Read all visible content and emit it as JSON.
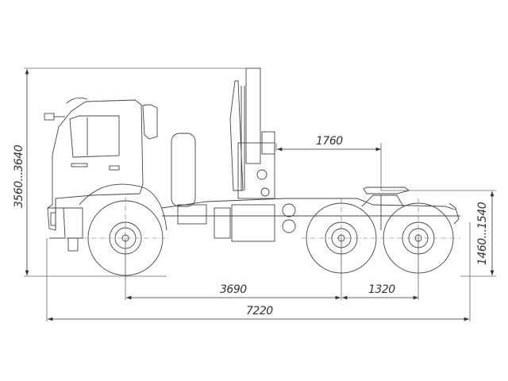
{
  "drawing": {
    "subject": "6x6 truck tractor with loader crane, side view",
    "line_color": "#444444",
    "dimension_color": "#555555",
    "background": "#ffffff"
  },
  "dimensions": {
    "overall_height": "3560...3640",
    "fifth_wheel_height": "1460...1540",
    "crane_to_fifth_wheel": "1760",
    "wheelbase_front": "3690",
    "wheelbase_rear": "1320",
    "overall_length": "7220"
  }
}
